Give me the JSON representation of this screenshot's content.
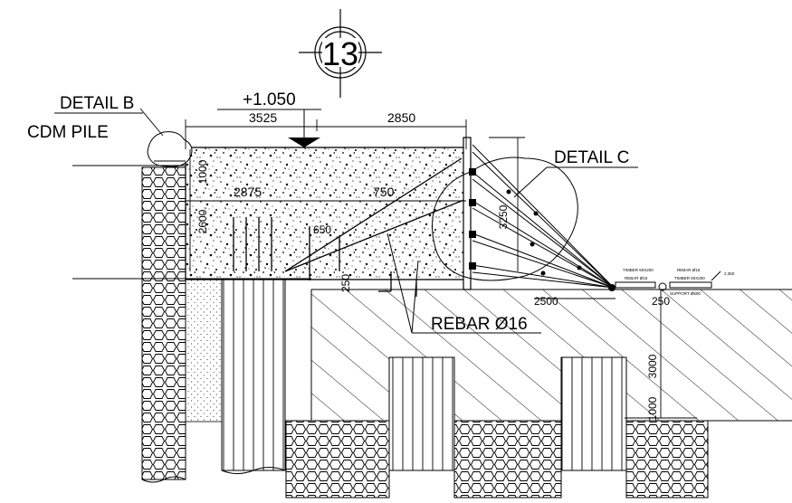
{
  "detail_marker": "13",
  "labels": {
    "detail_b": "DETAIL B",
    "cdm_pile": "CDM PILE",
    "elevation": "+1.050",
    "detail_c": "DETAIL C",
    "rebar": "REBAR Ø16"
  },
  "dimensions": {
    "top_left": "3525",
    "top_right": "2850",
    "inner_left": "2875",
    "inner_right": "750",
    "wall_height": "1000",
    "slab_depth": "2600",
    "small_offset": "650",
    "step_height": "250",
    "brace_height": "3250",
    "ground_offset": "2500",
    "support_spacing": "250",
    "deep_height": "3000",
    "bottom_small": "1000"
  },
  "tiny_notes": {
    "timber_1": "TIMBER 60X200",
    "rebar_small": "REBAR Ø16",
    "timber_2": "TIMBER 60X200",
    "rebar_small_2": "REBAR Ø16",
    "level_small": "2,350",
    "support": "SUPPORT Ø600"
  }
}
